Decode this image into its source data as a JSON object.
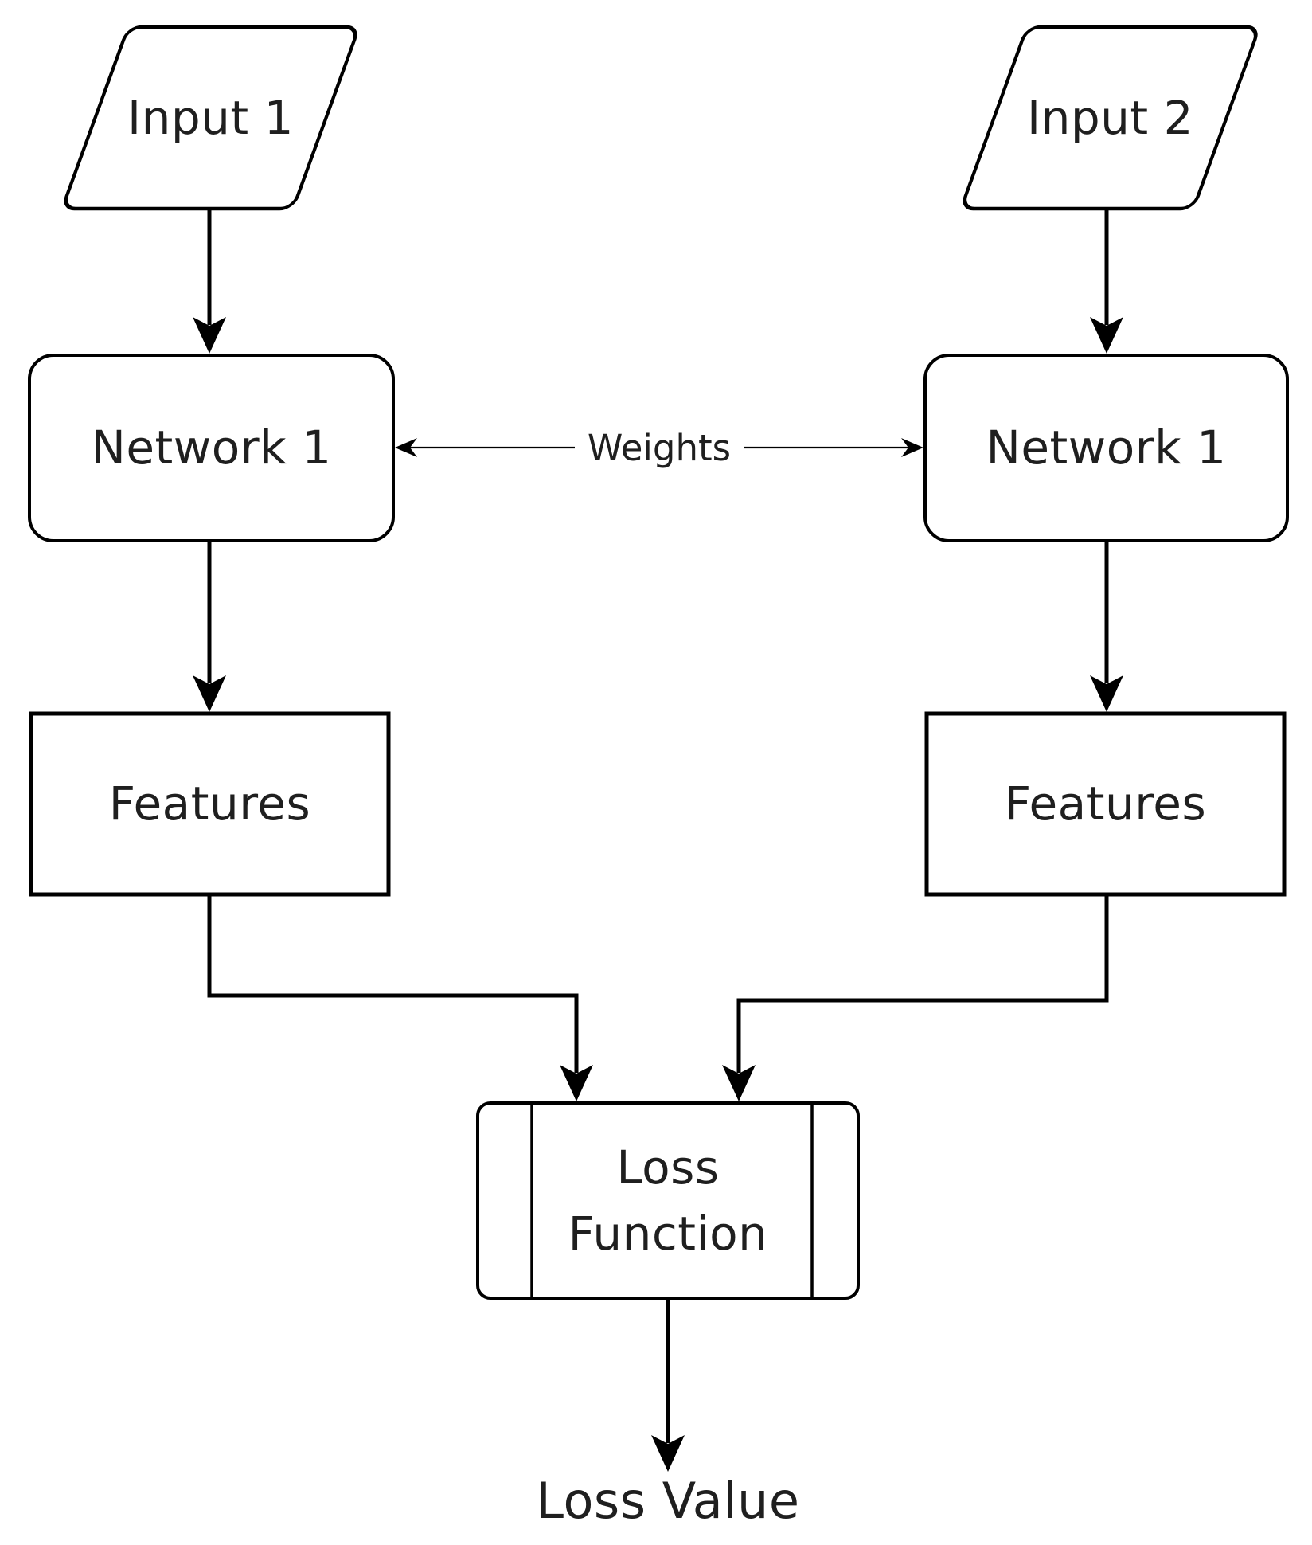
{
  "diagram": {
    "background_color": "#ffffff",
    "line_color": "#000000",
    "text_color": "#1f1f1f",
    "nodes": {
      "input1": {
        "label": "Input 1",
        "shape": "parallelogram"
      },
      "input2": {
        "label": "Input 2",
        "shape": "parallelogram"
      },
      "network1_left": {
        "label": "Network 1",
        "shape": "rounded-rectangle"
      },
      "network1_right": {
        "label": "Network 1",
        "shape": "rounded-rectangle"
      },
      "features_left": {
        "label": "Features",
        "shape": "rectangle"
      },
      "features_right": {
        "label": "Features",
        "shape": "rectangle"
      },
      "loss_function": {
        "label": "Loss Function",
        "shape": "predefined-process"
      },
      "loss_value": {
        "label": "Loss Value",
        "shape": "plain-text"
      }
    },
    "edges": [
      {
        "from": "input1",
        "to": "network1_left",
        "label": ""
      },
      {
        "from": "input2",
        "to": "network1_right",
        "label": ""
      },
      {
        "from": "network1_left",
        "to": "network1_right",
        "label": "Weights",
        "style": "double-arrow"
      },
      {
        "from": "network1_left",
        "to": "features_left",
        "label": ""
      },
      {
        "from": "network1_right",
        "to": "features_right",
        "label": ""
      },
      {
        "from": "features_left",
        "to": "loss_function",
        "label": ""
      },
      {
        "from": "features_right",
        "to": "loss_function",
        "label": ""
      },
      {
        "from": "loss_function",
        "to": "loss_value",
        "label": ""
      }
    ]
  }
}
